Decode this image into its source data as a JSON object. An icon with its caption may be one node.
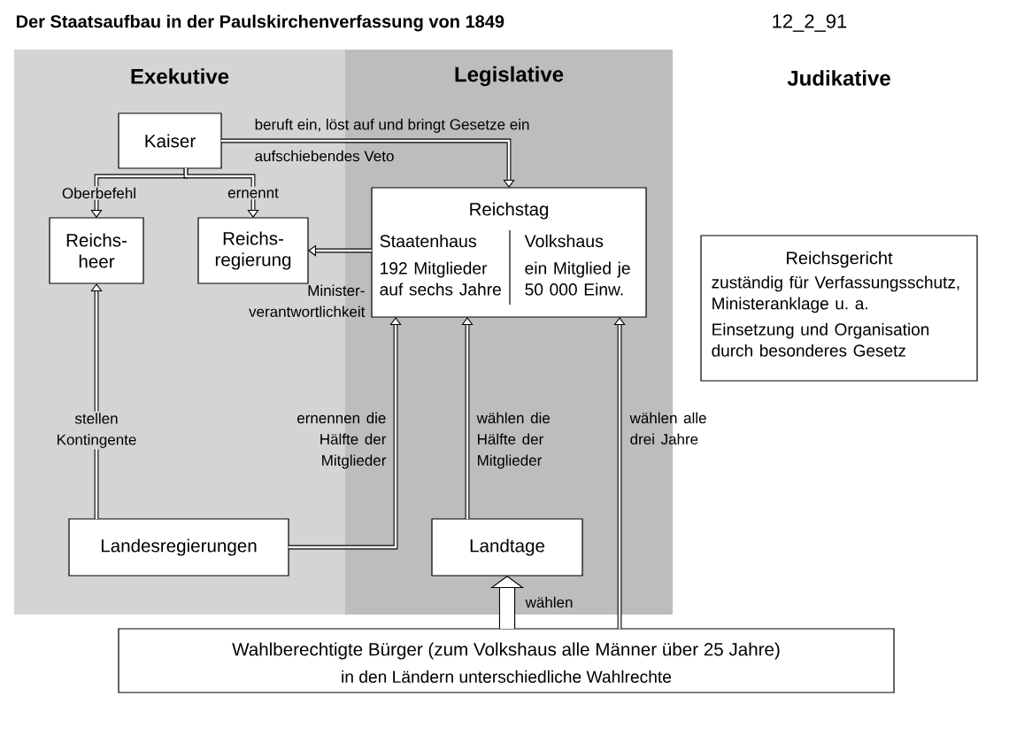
{
  "diagram": {
    "title": "Der Staatsaufbau in der Paulskirchenverfassung von 1849",
    "nodes": [
      {
        "text": [
          "Exekutive"
        ]
      },
      {
        "text": [
          "Legislative"
        ]
      },
      {
        "text": [
          "Kaiser"
        ],
        "in": 0
      },
      {
        "text": [
          "Reichs- heer"
        ],
        "in": 0
      },
      {
        "text": [
          "Reichs- regierung"
        ],
        "in": 0
      },
      {
        "text": [
          "Reichstag",
          "Staatenhaus",
          "192 Mitglieder auf sechs Jahre",
          "Volkshaus",
          "ein Mitglied je 50 000 Einw."
        ],
        "in": 1
      },
      {
        "text": [
          "Reichsgericht",
          "zuständig für Verfassungsschutz, Ministeranklage u. a.",
          "Einsetzung und Organisation durch besonderes Gesetz"
        ]
      },
      {
        "text": [
          "Landesregierungen"
        ],
        "in": 0
      },
      {
        "text": [
          "Landtage"
        ],
        "in": 1
      },
      {
        "text": [
          "Wahlberechtigte Bürger (zum Volkshaus alle Männer über 25 Jahre)",
          "in den Ländern unterschiedliche Wahlrechte"
        ]
      }
    ],
    "edges": [
      {
        "from": 2,
        "to": 5,
        "arrow": "to",
        "label": "beruft ein, löst auf und bringt Gesetze ein"
      },
      {
        "from": 2,
        "to": 3,
        "arrow": "to",
        "label": "Oberbefehl"
      },
      {
        "from": 2,
        "to": 4,
        "arrow": "to",
        "label": "ernennt"
      },
      {
        "from": 5,
        "to": 4,
        "arrow": "to",
        "label": "Minister- verantwortlichkeit"
      },
      {
        "from": 7,
        "to": 3,
        "arrow": "to",
        "label": "stellen Kontingente"
      },
      {
        "from": 7,
        "to": 5,
        "arrow": "to",
        "label": "ernennen die Hälfte der Mitglieder"
      },
      {
        "from": 8,
        "to": 5,
        "arrow": "to",
        "label": "wählen die Hälfte der Mitglieder"
      },
      {
        "from": 9,
        "to": 5,
        "arrow": "to",
        "label": "wählen alle drei Jahre"
      },
      {
        "from": 9,
        "to": 8,
        "arrow": "to",
        "label": "wählen",
        "style": "thick"
      }
    ],
    "labels": [
      "12_2_91",
      "Judikative",
      "aufschiebendes Veto"
    ]
  }
}
